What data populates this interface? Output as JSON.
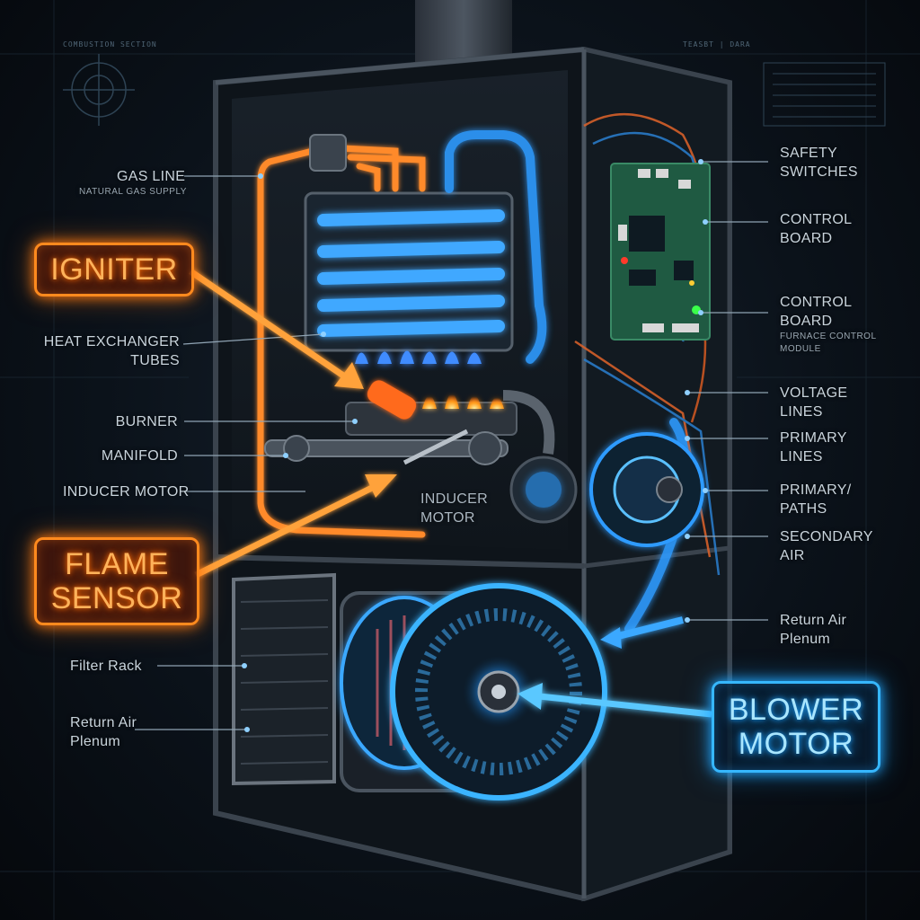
{
  "callouts": {
    "igniter": "IGNITER",
    "flame_sensor": [
      "FLAME",
      "SENSOR"
    ],
    "blower_motor": [
      "BLOWER",
      "MOTOR"
    ]
  },
  "labels_left": {
    "gas_line": "GAS LINE",
    "gas_line_sub": "NATURAL GAS SUPPLY",
    "heat_exchanger": [
      "HEAT EXCHANGER",
      "TUBES"
    ],
    "burner": "BURNER",
    "manifold": "MANIFOLD",
    "inducer_motor": "INDUCER MOTOR",
    "filter_rack": "Filter Rack",
    "return_air_plenum": [
      "Return Air",
      "Plenum"
    ]
  },
  "labels_inner": {
    "inducer_motor": [
      "INDUCER",
      "MOTOR"
    ]
  },
  "labels_right": {
    "safety_switches": [
      "SAFETY",
      "SWITCHES"
    ],
    "control_board": [
      "CONTROL",
      "BOARD"
    ],
    "control_board_2": [
      "CONTROL",
      "BOARD"
    ],
    "control_board_2_sub": [
      "FURNACE CONTROL",
      "MODULE"
    ],
    "voltage_lines": [
      "VOLTAGE",
      "LINES"
    ],
    "primary_lines": [
      "PRIMARY",
      "LINES"
    ],
    "primary_paths": [
      "PRIMARY/",
      "PATHS"
    ],
    "secondary_air": [
      "SECONDARY",
      "AIR"
    ],
    "return_air_plenum": [
      "Return Air",
      "Plenum"
    ]
  },
  "hud_text": {
    "top_left": "COMBUSTION SECTION",
    "top_right": "TEASBT | DARA"
  },
  "colors": {
    "orange_glow": "#ff8a1e",
    "blue_glow": "#36b7ff",
    "label_text": "#c9d4dc",
    "background": "#0b121a"
  }
}
